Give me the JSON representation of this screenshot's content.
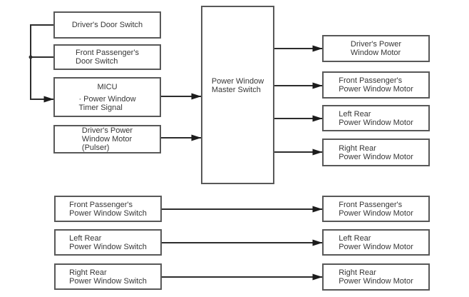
{
  "diagram_type": "block-diagram",
  "subject": "power-window-system",
  "colors": {
    "background": "#ffffff",
    "box_border": "#585858",
    "connector_line": "#2d2d2d",
    "arrowhead": "#1c1c1c",
    "text": "#373737"
  },
  "nodes": {
    "drivers_door_switch": {
      "lines": [
        "Driver's Door Switch"
      ]
    },
    "front_passengers_door_switch": {
      "lines": [
        "Front Passenger's",
        "Door Switch"
      ]
    },
    "micu": {
      "lines": [
        "MICU",
        "· Power Window",
        "Timer Signal"
      ]
    },
    "drivers_power_window_motor_pulser": {
      "lines": [
        "Driver's Power",
        "Window Motor",
        "(Pulser)"
      ]
    },
    "power_window_master_switch": {
      "lines": [
        "Power Window",
        "Master Switch"
      ]
    },
    "drivers_power_window_motor": {
      "lines": [
        "Driver's Power",
        "Window Motor"
      ]
    },
    "front_passengers_power_window_motor": {
      "lines": [
        "Front Passenger's",
        "Power Window Motor"
      ]
    },
    "left_rear_power_window_motor": {
      "lines": [
        "Left Rear",
        "Power Window Motor"
      ]
    },
    "right_rear_power_window_motor": {
      "lines": [
        "Right Rear",
        "Power Window Motor"
      ]
    },
    "front_passengers_power_window_switch": {
      "lines": [
        "Front Passenger's",
        "Power Window Switch"
      ]
    },
    "left_rear_power_window_switch": {
      "lines": [
        "Left Rear",
        "Power Window Switch"
      ]
    },
    "right_rear_power_window_switch": {
      "lines": [
        "Right Rear",
        "Power Window Switch"
      ]
    },
    "front_passengers_power_window_motor_lower": {
      "lines": [
        "Front Passenger's",
        "Power Window Motor"
      ]
    },
    "left_rear_power_window_motor_lower": {
      "lines": [
        "Left Rear",
        "Power Window Motor"
      ]
    },
    "right_rear_power_window_motor_lower": {
      "lines": [
        "Right Rear",
        "Power Window Motor"
      ]
    }
  },
  "edges": [
    {
      "from": "drivers_door_switch",
      "to": "micu"
    },
    {
      "from": "front_passengers_door_switch",
      "to": "micu"
    },
    {
      "from": "micu",
      "to": "power_window_master_switch"
    },
    {
      "from": "drivers_power_window_motor_pulser",
      "to": "power_window_master_switch"
    },
    {
      "from": "power_window_master_switch",
      "to": "drivers_power_window_motor"
    },
    {
      "from": "power_window_master_switch",
      "to": "front_passengers_power_window_motor"
    },
    {
      "from": "power_window_master_switch",
      "to": "left_rear_power_window_motor"
    },
    {
      "from": "power_window_master_switch",
      "to": "right_rear_power_window_motor"
    },
    {
      "from": "front_passengers_power_window_switch",
      "to": "front_passengers_power_window_motor_lower"
    },
    {
      "from": "left_rear_power_window_switch",
      "to": "left_rear_power_window_motor_lower"
    },
    {
      "from": "right_rear_power_window_switch",
      "to": "right_rear_power_window_motor_lower"
    }
  ]
}
